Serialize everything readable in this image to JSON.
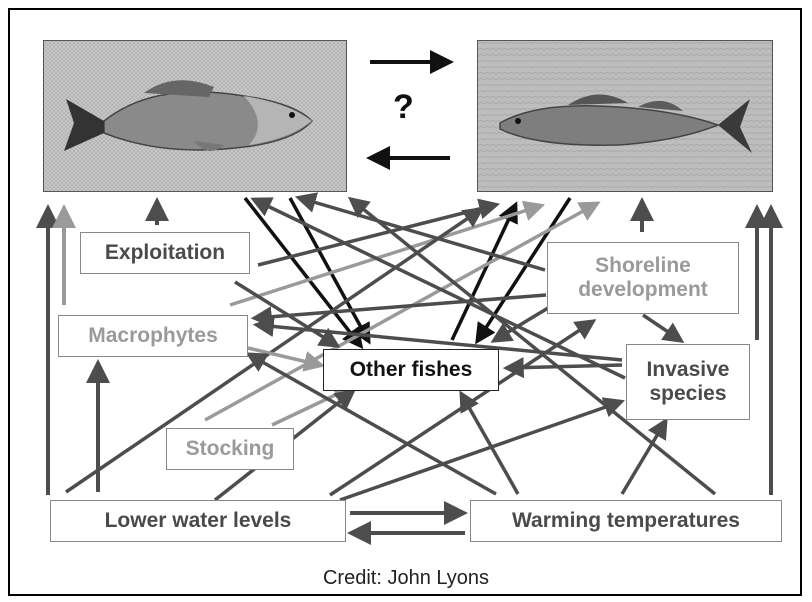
{
  "diagram": {
    "question_mark": "?",
    "nodes": {
      "exploitation": "Exploitation",
      "macrophytes": "Macrophytes",
      "stocking": "Stocking",
      "other_fishes": "Other fishes",
      "shoreline_line1": "Shoreline",
      "shoreline_line2": "development",
      "invasive_line1": "Invasive",
      "invasive_line2": "species",
      "lower_water": "Lower water levels",
      "warming": "Warming temperatures"
    },
    "photos": {
      "left": "largemouth bass photo",
      "right": "walleye photo"
    },
    "credit": "Credit: John Lyons"
  },
  "colors": {
    "dark_arrow": "#4d4d4d",
    "black_arrow": "#111111",
    "light_arrow": "#9a9a9a",
    "dark_text": "#4a4a4a",
    "light_text": "#9a9a9a"
  }
}
